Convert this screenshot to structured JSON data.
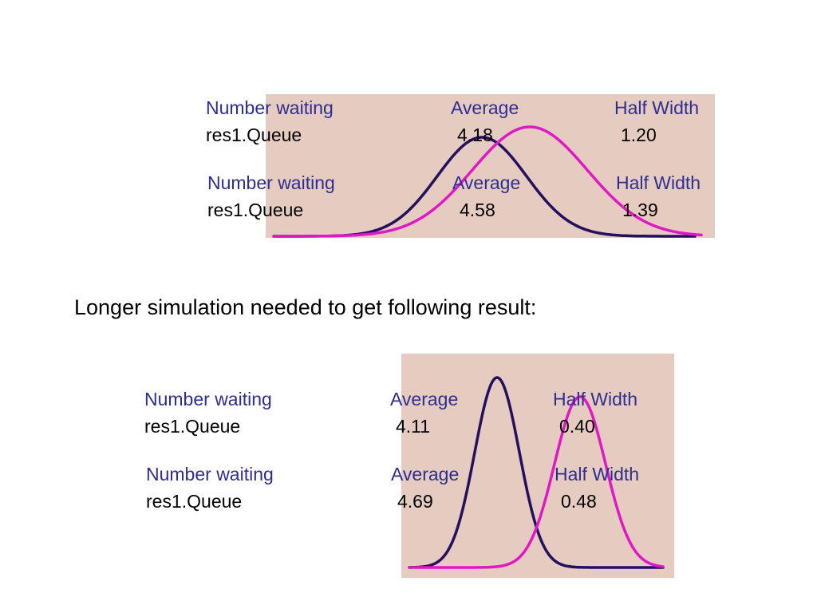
{
  "colors": {
    "panel_bg": "#e6cbc0",
    "header_text": "#2e2e8f",
    "curve_dark": "#24105e",
    "curve_magenta": "#e019c6"
  },
  "top_panel": {
    "result_a": {
      "label_header": "Number waiting",
      "avg_header": "Average",
      "hw_header": "Half Width",
      "row_label": "res1.Queue",
      "avg": "4.18",
      "hw": "1.20"
    },
    "result_b": {
      "label_header": "Number waiting",
      "avg_header": "Average",
      "hw_header": "Half Width",
      "row_label": "res1.Queue",
      "avg": "4.58",
      "hw": "1.39"
    }
  },
  "headline": "Longer simulation needed to get following result:",
  "bottom_panel": {
    "result_a": {
      "label_header": "Number waiting",
      "avg_header": "Average",
      "hw_header": "Half Width",
      "row_label": "res1.Queue",
      "avg": "4.11",
      "hw": "0.40"
    },
    "result_b": {
      "label_header": "Number waiting",
      "avg_header": "Average",
      "hw_header": "Half Width",
      "row_label": "res1.Queue",
      "avg": "4.69",
      "hw": "0.48"
    }
  }
}
